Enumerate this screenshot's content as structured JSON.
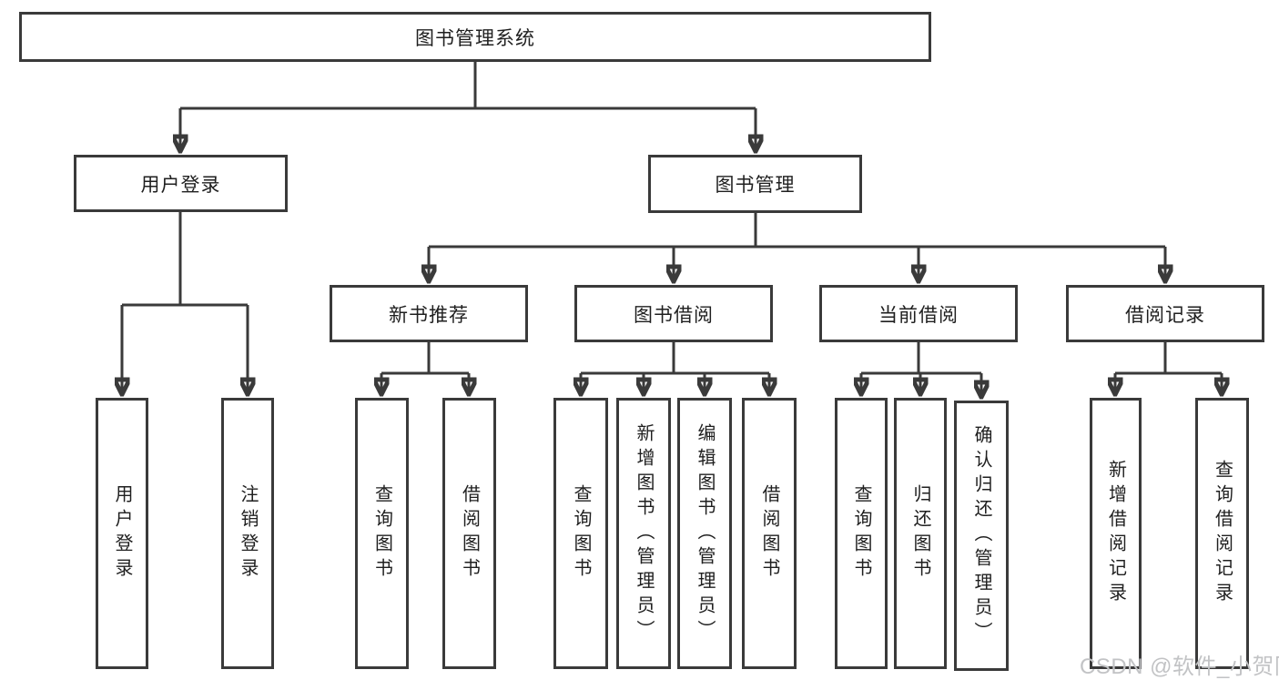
{
  "diagram_title": "图书管理系统",
  "tree": {
    "root": {
      "label": "图书管理系统"
    },
    "level2": [
      {
        "label": "用户登录"
      },
      {
        "label": "图书管理"
      }
    ],
    "level3": [
      {
        "label": "新书推荐"
      },
      {
        "label": "图书借阅"
      },
      {
        "label": "当前借阅"
      },
      {
        "label": "借阅记录"
      }
    ],
    "leaves": {
      "user_login": [
        {
          "label": "用户登录"
        },
        {
          "label": "注销登录"
        }
      ],
      "new_book": [
        {
          "label": "查询图书"
        },
        {
          "label": "借阅图书"
        }
      ],
      "book_borrow": [
        {
          "label": "查询图书"
        },
        {
          "label": "新增图书（管理员）"
        },
        {
          "label": "编辑图书（管理员）"
        },
        {
          "label": "借阅图书"
        }
      ],
      "current_borrow": [
        {
          "label": "查询图书"
        },
        {
          "label": "归还图书"
        },
        {
          "label": "确认归还（管理员）"
        }
      ],
      "borrow_records": [
        {
          "label": "新增借阅记录"
        },
        {
          "label": "查询借阅记录"
        }
      ]
    }
  },
  "watermark": {
    "text": "CSDN @软件_小贺同学"
  },
  "colors": {
    "line": "#3a3a3a",
    "box_border": "#3a3a3a",
    "text": "#1f1f1f",
    "watermark": "#c2c3c5",
    "background": "#ffffff"
  }
}
